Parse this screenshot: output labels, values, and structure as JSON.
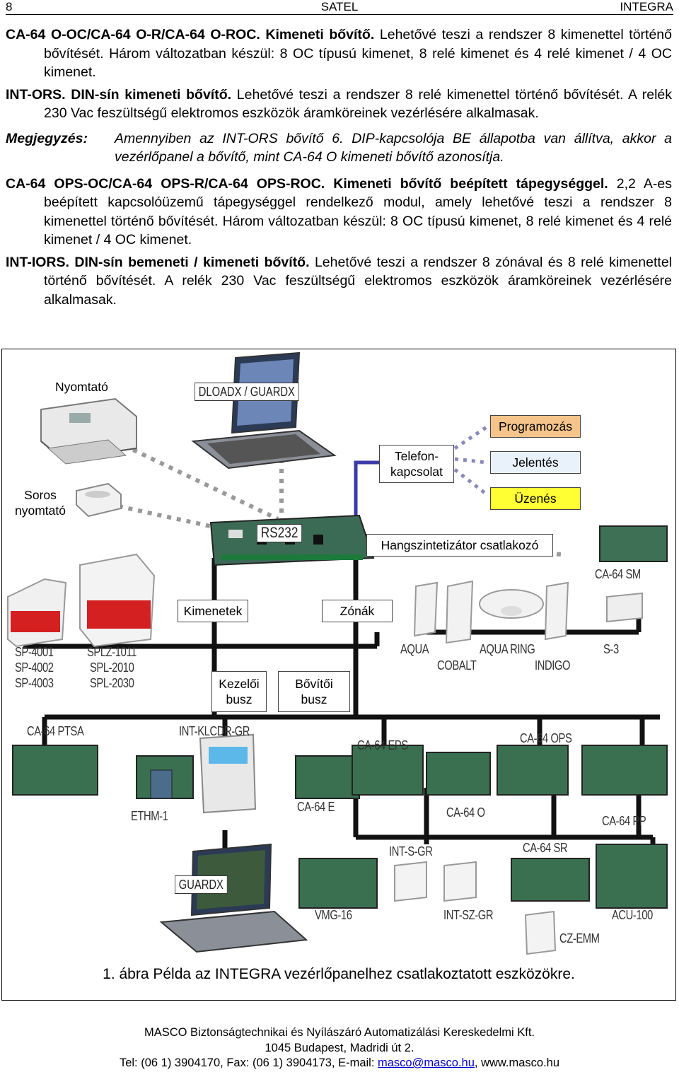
{
  "header": {
    "page_number": "8",
    "center": "SATEL",
    "right": "INTEGRA"
  },
  "paragraphs": [
    {
      "title": "CA-64 O-OC/CA-64 O-R/CA-64 O-ROC. Kimeneti bővítő.",
      "text": " Lehetővé teszi a rendszer 8 kimenettel történő bővítését. Három változatban készül: 8 OC típusú kimenet, 8 relé kimenet és 4 relé kimenet / 4 OC kimenet."
    },
    {
      "title": "INT-ORS. DIN-sín kimeneti bővítő.",
      "text": " Lehetővé teszi a rendszer 8 relé kimenettel történő bővítését. A relék 230 Vac feszültségű elektromos eszközök áramköreinek vezérlésére alkalmasak."
    }
  ],
  "note": {
    "label": "Megjegyzés:",
    "text": "Amennyiben az INT-ORS bővítő 6. DIP-kapcsolója BE állapotba van állítva, akkor a vezérlőpanel a bővítő, mint CA-64 O kimeneti bővítő azonosítja."
  },
  "paragraphs2": [
    {
      "title": "CA-64 OPS-OC/CA-64 OPS-R/CA-64 OPS-ROC. Kimeneti bővítő beépített tápegységgel.",
      "text": " 2,2 A-es beépített kapcsolóüzemű tápegységgel rendelkező modul, amely lehetővé teszi a rendszer 8 kimenettel történő bővítését. Három változatban készül: 8 OC típusú kimenet, 8 relé kimenet és 4 relé kimenet / 4 OC kimenet."
    },
    {
      "title": "INT-IORS. DIN-sín bemeneti / kimeneti bővítő.",
      "text": " Lehetővé teszi a rendszer 8 zónával és 8 relé kimenettel történő bővítését. A relék 230 Vac feszültségű elektromos eszközök áramköreinek vezérlésére alkalmasak."
    }
  ],
  "diagram": {
    "labels": {
      "printer": "Nyomtató",
      "serial_printer_1": "Soros",
      "serial_printer_2": "nyomtató",
      "dloadx": "DLOADX / GUARDX",
      "rs232": "RS232",
      "phone_1": "Telefon-",
      "phone_2": "kapcsolat",
      "programming": "Programozás",
      "reporting": "Jelentés",
      "messaging": "Üzenés",
      "voice_synth": "Hangszintetizátor csatlakozó",
      "ca64sm": "CA-64 SM",
      "outputs": "Kimenetek",
      "zones": "Zónák",
      "sp4001": "SP-4001",
      "sp4002": "SP-4002",
      "sp4003": "SP-4003",
      "splz1011": "SPLZ-1011",
      "spl2010": "SPL-2010",
      "spl2030": "SPL-2030",
      "aqua": "AQUA",
      "aqua_ring": "AQUA RING",
      "s3": "S-3",
      "cobalt": "COBALT",
      "indigo": "INDIGO",
      "keypad_bus_1": "Kezelői",
      "keypad_bus_2": "busz",
      "exp_bus_1": "Bővítői",
      "exp_bus_2": "busz",
      "ca64ptsa": "CA-64 PTSA",
      "intklcdr": "INT-KLCDR-GR",
      "ca64eps": "CA-64 EPS",
      "ca64ops": "CA-64 OPS",
      "ethm1": "ETHM-1",
      "ca64e": "CA-64 E",
      "ca64o": "CA-64 O",
      "ca64pp": "CA-64 PP",
      "intsgr": "INT-S-GR",
      "ca64sr": "CA-64 SR",
      "guardx": "GUARDX",
      "vmg16": "VMG-16",
      "intszgr": "INT-SZ-GR",
      "acu100": "ACU-100",
      "czemm": "CZ-EMM"
    },
    "colors": {
      "programming": "#f5c48a",
      "reporting": "#e9f1fa",
      "messaging": "#ffff33",
      "bus_line": "#111111",
      "dotted_line": "#999999",
      "phone_line": "#3a3aa8"
    },
    "caption": "1. ábra Példa az INTEGRA vezérlőpanelhez csatlakoztatott eszközökre."
  },
  "footer": {
    "line1": "MASCO Biztonságtechnikai és Nyílászáró Automatizálási Kereskedelmi Kft.",
    "line2": "1045 Budapest, Madridi út 2.",
    "line3_pre": "Tel: (06 1) 3904170, Fax: (06 1) 3904173, E-mail: ",
    "email": "masco@masco.hu",
    "line3_post": ", www.masco.hu"
  }
}
